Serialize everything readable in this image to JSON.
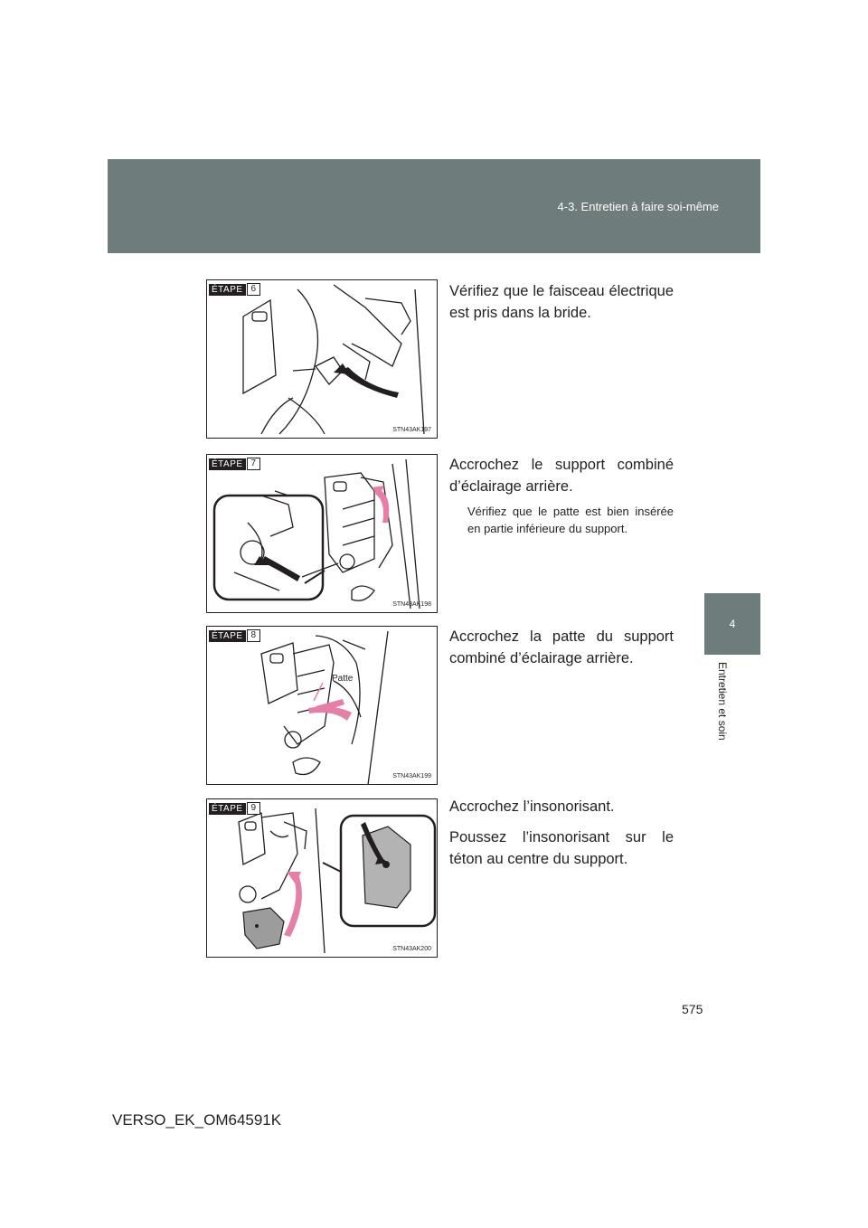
{
  "header": {
    "section": "4-3. Entretien à faire soi-même"
  },
  "side_tab": {
    "number": "4",
    "label": "Entretien et soin"
  },
  "steps": [
    {
      "label": "ÉTAPE",
      "number": "6",
      "code": "STN43AK197",
      "text": "Vérifiez que le faisceau électrique est pris dans la bride."
    },
    {
      "label": "ÉTAPE",
      "number": "7",
      "code": "STN43AK198",
      "text": "Accrochez le support combiné d’éclairage arrière.",
      "note": "Vérifiez que le patte est bien insérée en partie inférieure du support."
    },
    {
      "label": "ÉTAPE",
      "number": "8",
      "code": "STN43AK199",
      "text": "Accrochez la patte du support combiné d’éclairage arrière.",
      "callout": "Patte"
    },
    {
      "label": "ÉTAPE",
      "number": "9",
      "code": "STN43AK200",
      "text": "Accrochez l’insonorisant.",
      "text2": "Poussez l’insonorisant sur le téton au centre du support."
    }
  ],
  "footer": {
    "page_number": "575",
    "doc_id": "VERSO_EK_OM64591K"
  },
  "colors": {
    "header_bg": "#6f7c7c",
    "arrow_pink": "#e57fa8",
    "ink": "#231f20"
  }
}
